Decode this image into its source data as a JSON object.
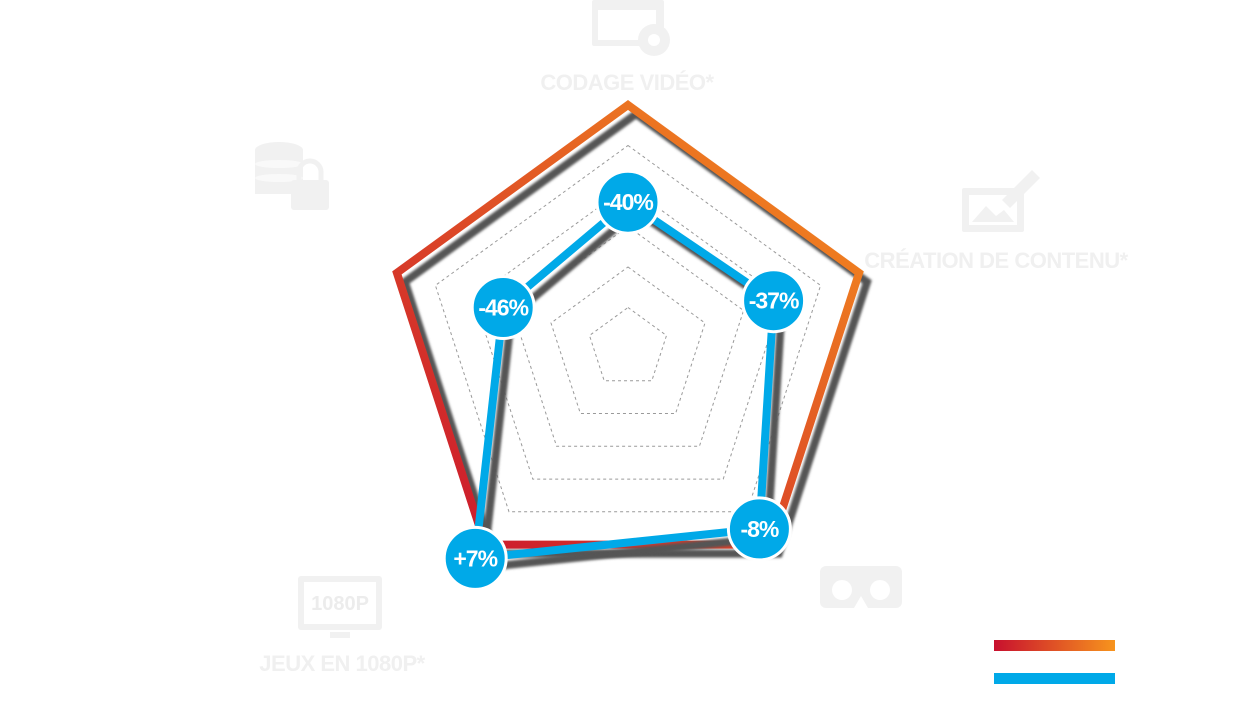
{
  "chart_data": {
    "type": "radar",
    "axes": [
      "CODAGE VIDÉO*",
      "CRÉATION DE CONTENU*",
      "",
      "JEUX EN 1080P*",
      ""
    ],
    "axis_icons": [
      "video-encoding-icon",
      "content-creation-icon",
      "vr-headset-icon",
      "monitor-1080p-icon",
      "database-lock-icon"
    ],
    "icon_texts": {
      "monitor": "1080P"
    },
    "grid_rings": 5,
    "grid_style": "dashed",
    "series": [
      {
        "color_from": "#c8102e",
        "color_to": "#f7941d",
        "values": [
          1.0,
          1.0,
          1.0,
          1.0,
          1.0
        ]
      },
      {
        "color": "#00a9e8",
        "values": [
          0.6,
          0.63,
          0.92,
          1.07,
          0.54
        ]
      }
    ],
    "data_labels": [
      "-40%",
      "-37%",
      "-8%",
      "+7%",
      "-46%"
    ],
    "legend": {
      "placement": "bottom-right"
    }
  }
}
